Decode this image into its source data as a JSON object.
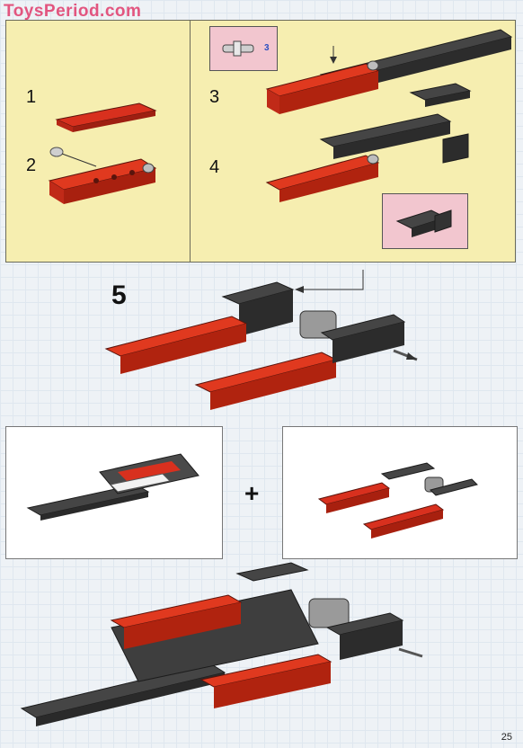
{
  "watermark": {
    "text": "ToysPeriod.com"
  },
  "steps": {
    "step1": "1",
    "step2": "2",
    "step3": "3",
    "step4": "4",
    "step5": "5"
  },
  "callouts": {
    "axle_pin_count": "3"
  },
  "combine": {
    "plus": "+"
  },
  "page": {
    "number": "25"
  },
  "colors": {
    "brick_red": "#d8301e",
    "brick_dark": "#3a3a3a",
    "brick_gray": "#8c8c8c",
    "panel_yellow": "#f6eeb0",
    "callout_pink": "#f2c6cf"
  },
  "icons": [
    "axle-pin-icon",
    "arrow-icon",
    "plus-icon"
  ]
}
